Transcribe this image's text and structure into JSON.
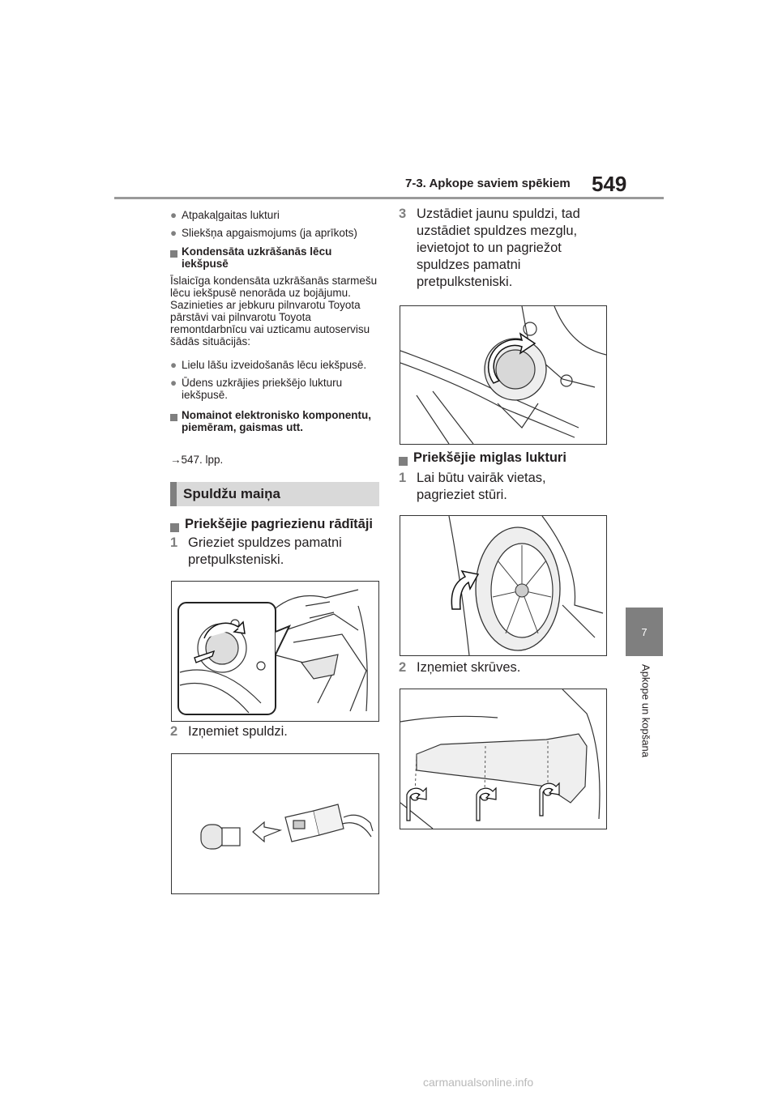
{
  "header": {
    "section": "7-3. Apkope saviem spēkiem",
    "page_number": "549"
  },
  "side_tab": {
    "number": "7",
    "label": "Apkope un kopšana"
  },
  "left_column": {
    "bullets_top": [
      "Atpakaļgaitas lukturi",
      "Sliekšņa apgaismojums (ja aprīkots)"
    ],
    "condensation": {
      "heading": "Kondensāta uzkrāšanās lēcu iekšpusē",
      "body": "Īslaicīga kondensāta uzkrāšanās starmešu lēcu iekšpusē nenorāda uz bojājumu. Sazinieties ar jebkuru pilnvarotu Toyota pārstāvi vai pilnvarotu Toyota remontdarbnīcu vai uzticamu autoservisu šādās situācijās:",
      "bullets": [
        "Lielu lāšu izveidošanās lēcu iekšpusē.",
        "Ūdens uzkrājies priekšējo lukturu iekšpusē."
      ]
    },
    "electronic": {
      "heading": "Nomainot elektronisko komponentu, piemēram, gaismas utt.",
      "ref": "→547. lpp."
    },
    "section_title": "Spuldžu maiņa",
    "turn_signals": {
      "heading": "Priekšējie pagriezienu rādītāji",
      "steps": [
        {
          "num": "1",
          "text": "Grieziet spuldzes pamatni pretpulksteniski."
        },
        {
          "num": "2",
          "text": "Izņemiet spuldzi."
        }
      ]
    }
  },
  "right_column": {
    "step3": {
      "num": "3",
      "text": "Uzstādiet jaunu spuldzi, tad uzstādiet spuldzes mezglu, ievietojot to un pagriežot spuldzes pamatni pretpulksteniski."
    },
    "fog_lights": {
      "heading": "Priekšējie miglas lukturi",
      "steps": [
        {
          "num": "1",
          "text": "Lai būtu vairāk vietas, pagrieziet stūri."
        },
        {
          "num": "2",
          "text": "Izņemiet skrūves."
        }
      ]
    }
  },
  "footer": {
    "watermark": "carmanualsonline.info"
  }
}
